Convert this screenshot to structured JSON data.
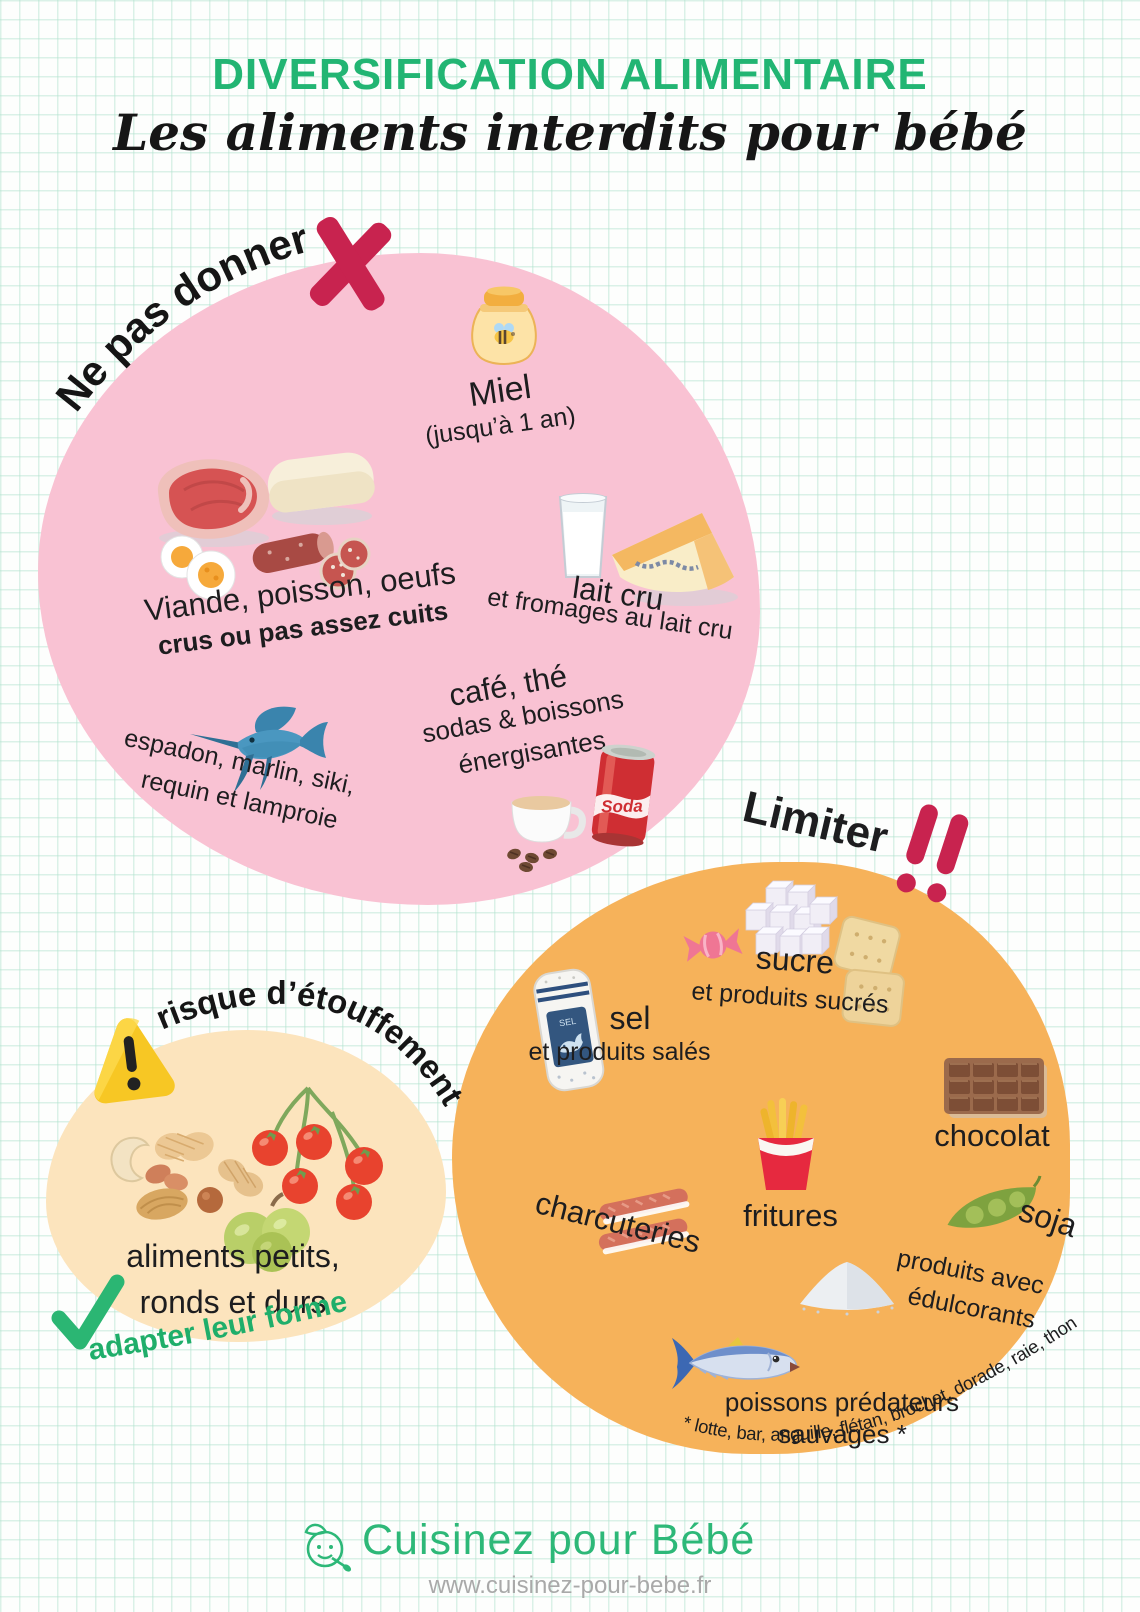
{
  "header": {
    "title": "DIVERSIFICATION ALIMENTAIRE",
    "subtitle": "Les aliments interdits pour bébé"
  },
  "forbidden": {
    "heading": "Ne pas donner",
    "honey_label": "Miel",
    "honey_note": "(jusqu’à 1 an)",
    "meat_label": "Viande, poisson, oeufs",
    "meat_note": "crus ou pas assez cuits",
    "milk_label": "lait cru",
    "milk_note": "et fromages au lait cru",
    "coffee_label": "café, thé",
    "coffee_note1": "sodas & boissons",
    "coffee_note2": "énergisantes",
    "fish_line1": "espadon, marlin, siki,",
    "fish_line2": "requin et lamproie",
    "soda_can_text": "Soda"
  },
  "limit": {
    "heading": "Limiter",
    "sugar_label": "sucre",
    "sugar_note": "et produits sucrés",
    "salt_label": "sel",
    "salt_note": "et produits salés",
    "salt_jar_text": "SEL",
    "chocolate_label": "chocolat",
    "fries_label": "fritures",
    "coldcuts_label": "charcuteries",
    "soy_label": "soja",
    "sweetener_line1": "produits avec",
    "sweetener_line2": "édulcorants",
    "predator_line1": "poissons prédateurs",
    "predator_line2": "sauvages *",
    "footnote": "* lotte, bar, anguille, flétan, brochet, dorade, raie, thon"
  },
  "choking": {
    "heading": "risque d’étouffement",
    "line1": "aliments petits,",
    "line2": "ronds et durs",
    "advice": "adapter leur forme"
  },
  "footer": {
    "brand": "Cuisinez pour Bébé",
    "url": "www.cuisinez-pour-bebe.fr"
  },
  "colors": {
    "title_green": "#22b573",
    "brand_green": "#2db878",
    "crimson_accent": "#c8234f",
    "pink_blob": "#f9c2d3",
    "orange_blob": "#f6b25a",
    "cream_blob": "#fce4bd"
  }
}
